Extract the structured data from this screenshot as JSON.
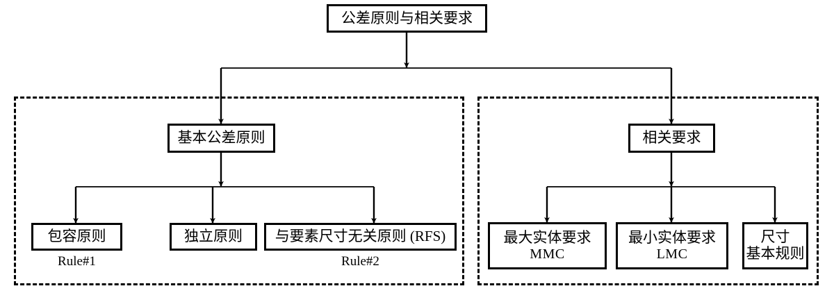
{
  "diagram": {
    "type": "tree-flowchart",
    "title_node": {
      "label": "公差原则与相关要求"
    },
    "groups": [
      {
        "name": "basic-tolerance-principles-group",
        "style": "dashed"
      },
      {
        "name": "related-requirements-group",
        "style": "dashed"
      }
    ],
    "level2": [
      {
        "label": "基本公差原则"
      },
      {
        "label": "相关要求"
      }
    ],
    "leaves_left": [
      {
        "line1": "包容原则",
        "line2": "",
        "caption": "Rule#1"
      },
      {
        "line1": "独立原则",
        "line2": "",
        "caption": ""
      },
      {
        "line1": "与要素尺寸无关原则 (RFS)",
        "line2": "",
        "caption": "Rule#2"
      }
    ],
    "leaves_right": [
      {
        "line1": "最大实体要求",
        "line2": "MMC"
      },
      {
        "line1": "最小实体要求",
        "line2": "LMC"
      },
      {
        "line1": "尺寸",
        "line2": "基本规则"
      }
    ],
    "colors": {
      "stroke": "#000000",
      "fill": "#ffffff",
      "text": "#000000"
    }
  }
}
